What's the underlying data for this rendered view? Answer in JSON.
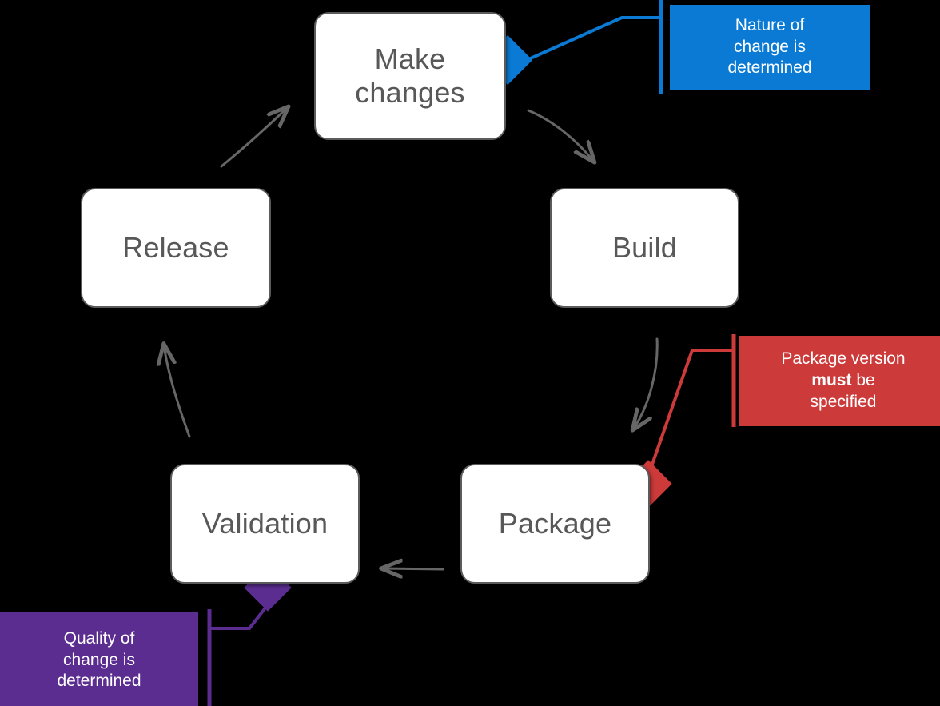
{
  "diagram": {
    "title": "DevOps release cycle with annotation callouts",
    "background_color": "#000000",
    "nodes": [
      {
        "id": "make-changes",
        "label": "Make\nchanges"
      },
      {
        "id": "build",
        "label": "Build"
      },
      {
        "id": "package",
        "label": "Package"
      },
      {
        "id": "validation",
        "label": "Validation"
      },
      {
        "id": "release",
        "label": "Release"
      }
    ],
    "callouts": [
      {
        "id": "nature",
        "color": "#0A7AD4",
        "attaches_to": "make-changes",
        "line1": "Nature of",
        "line2": "change is",
        "line3": "determined"
      },
      {
        "id": "package-version",
        "color": "#CC3A3A",
        "attaches_to": "package",
        "line1": "Package version",
        "line2_bold": "must",
        "line2_rest": " be",
        "line3": "specified"
      },
      {
        "id": "quality",
        "color": "#5C2D91",
        "attaches_to": "validation",
        "line1": "Quality of",
        "line2": "change is",
        "line3": "determined"
      }
    ],
    "arrows": [
      {
        "id": "release-to-make-changes",
        "from": "release",
        "to": "make-changes"
      },
      {
        "id": "make-changes-to-build",
        "from": "make-changes",
        "to": "build"
      },
      {
        "id": "build-to-package",
        "from": "build",
        "to": "package"
      },
      {
        "id": "package-to-validation",
        "from": "package",
        "to": "validation"
      },
      {
        "id": "validation-to-release",
        "from": "validation",
        "to": "release"
      }
    ],
    "colors": {
      "arrow": "#666666",
      "node_border": "#5b5b5b",
      "node_fill": "#ffffff",
      "node_text": "#585858",
      "blue": "#0A7AD4",
      "red": "#CC3A3A",
      "purple": "#5C2D91"
    }
  }
}
